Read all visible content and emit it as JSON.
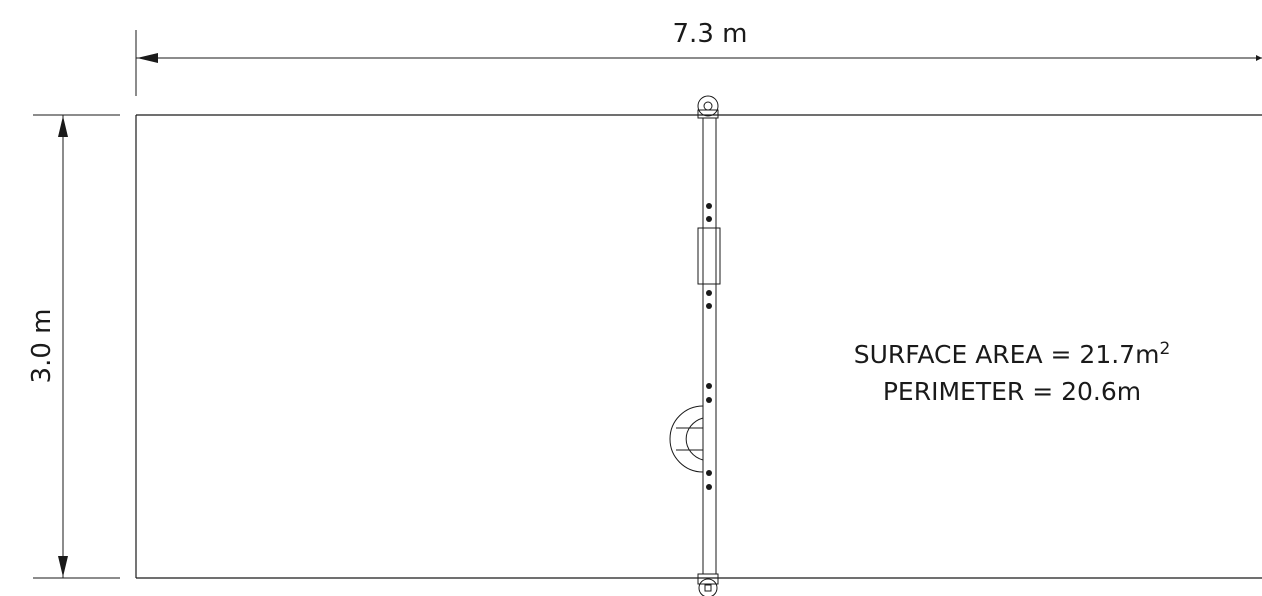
{
  "dimensions": {
    "width_label": "7.3 m",
    "height_label": "3.0 m"
  },
  "info": {
    "surface_area_prefix": "SURFACE AREA = 21.7m",
    "surface_area_superscript": "2",
    "perimeter": "PERIMETER = 20.6m"
  }
}
